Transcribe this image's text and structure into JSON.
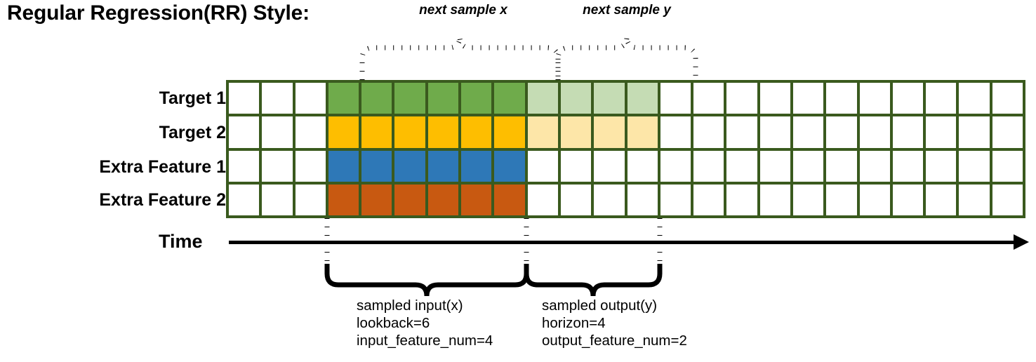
{
  "title": "Regular Regression(RR) Style:",
  "top_braces": [
    {
      "name": "next-sample-x",
      "label": "next sample x"
    },
    {
      "name": "next-sample-y",
      "label": "next sample y"
    }
  ],
  "row_labels": [
    "Target 1",
    "Target 2",
    "Extra Feature 1",
    "Extra Feature 2"
  ],
  "time_axis": {
    "label": "Time"
  },
  "bottom_braces": [
    {
      "name": "sampled-input",
      "lines": [
        "sampled input(x)",
        "lookback=6",
        "input_feature_num=4"
      ]
    },
    {
      "name": "sampled-output",
      "lines": [
        "sampled output(y)",
        "horizon=4",
        "output_feature_num=2"
      ]
    }
  ],
  "colors": {
    "grid_border": "#3a5a1e",
    "empty": "#ffffff",
    "target1_strong": "#6fab4b",
    "target1_light": "#c5dcb4",
    "target2_strong": "#febe00",
    "target2_light": "#fde6a8",
    "extra_feature1": "#2e78b7",
    "extra_feature2": "#c85911",
    "line": "#000000"
  },
  "grid": {
    "columns": 24,
    "rows": 4,
    "lead_blank_cols": 3,
    "lookback_cols": 6,
    "horizon_cols": 4,
    "trailing_blank_cols": 11,
    "row_fills": [
      [
        "#ffffff",
        "#ffffff",
        "#ffffff",
        "#6fab4b",
        "#6fab4b",
        "#6fab4b",
        "#6fab4b",
        "#6fab4b",
        "#6fab4b",
        "#c5dcb4",
        "#c5dcb4",
        "#c5dcb4",
        "#c5dcb4",
        "#ffffff",
        "#ffffff",
        "#ffffff",
        "#ffffff",
        "#ffffff",
        "#ffffff",
        "#ffffff",
        "#ffffff",
        "#ffffff",
        "#ffffff",
        "#ffffff"
      ],
      [
        "#ffffff",
        "#ffffff",
        "#ffffff",
        "#febe00",
        "#febe00",
        "#febe00",
        "#febe00",
        "#febe00",
        "#febe00",
        "#fde6a8",
        "#fde6a8",
        "#fde6a8",
        "#fde6a8",
        "#ffffff",
        "#ffffff",
        "#ffffff",
        "#ffffff",
        "#ffffff",
        "#ffffff",
        "#ffffff",
        "#ffffff",
        "#ffffff",
        "#ffffff",
        "#ffffff"
      ],
      [
        "#ffffff",
        "#ffffff",
        "#ffffff",
        "#2e78b7",
        "#2e78b7",
        "#2e78b7",
        "#2e78b7",
        "#2e78b7",
        "#2e78b7",
        "#ffffff",
        "#ffffff",
        "#ffffff",
        "#ffffff",
        "#ffffff",
        "#ffffff",
        "#ffffff",
        "#ffffff",
        "#ffffff",
        "#ffffff",
        "#ffffff",
        "#ffffff",
        "#ffffff",
        "#ffffff",
        "#ffffff"
      ],
      [
        "#ffffff",
        "#ffffff",
        "#ffffff",
        "#c85911",
        "#c85911",
        "#c85911",
        "#c85911",
        "#c85911",
        "#c85911",
        "#ffffff",
        "#ffffff",
        "#ffffff",
        "#ffffff",
        "#ffffff",
        "#ffffff",
        "#ffffff",
        "#ffffff",
        "#ffffff",
        "#ffffff",
        "#ffffff",
        "#ffffff",
        "#ffffff",
        "#ffffff",
        "#ffffff"
      ]
    ]
  }
}
